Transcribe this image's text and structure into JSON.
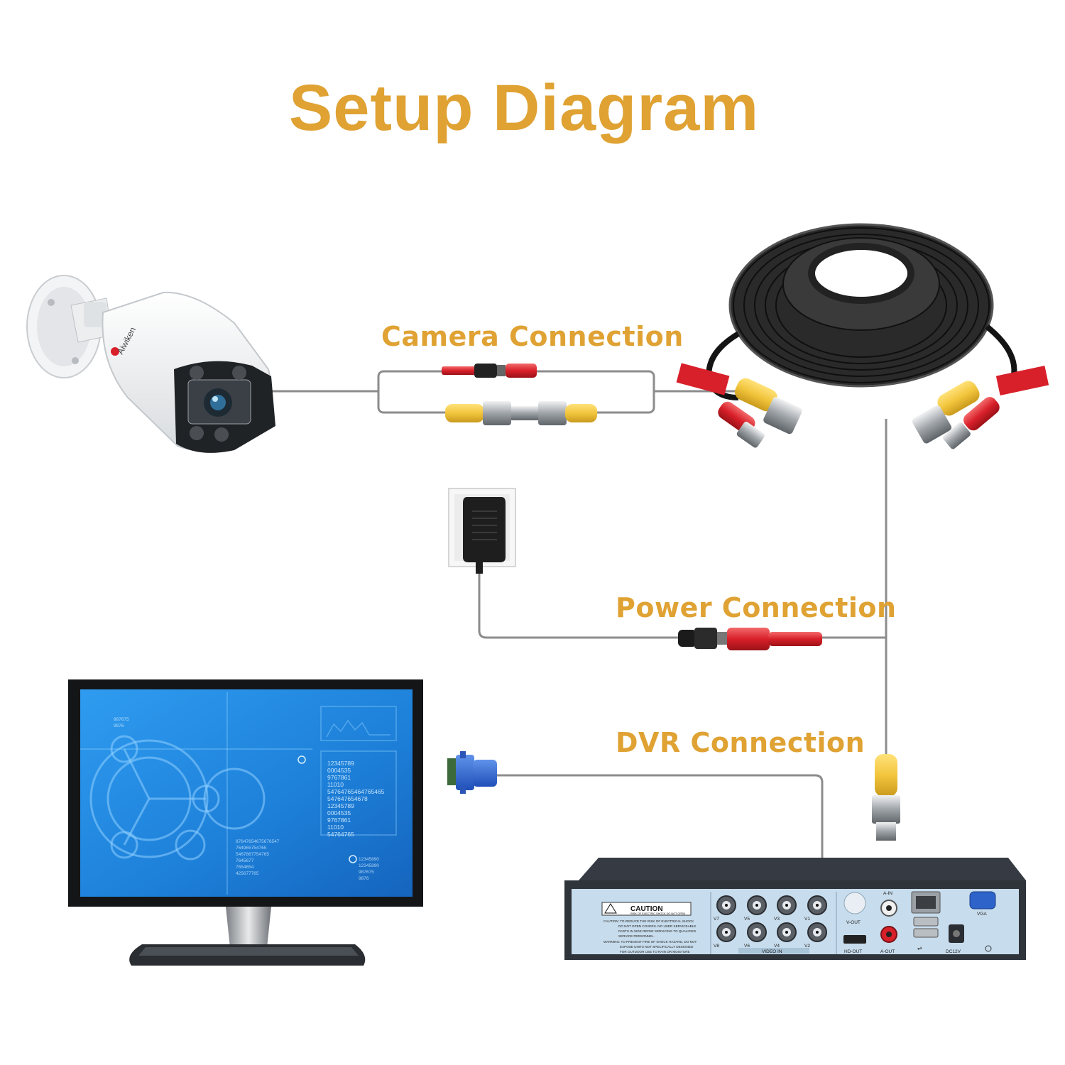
{
  "title": "Setup Diagram",
  "labels": {
    "camera_connection": "Camera Connection",
    "power_connection": "Power Connection",
    "dvr_connection": "DVR Connection"
  },
  "camera": {
    "brand": "Aiwiken"
  },
  "monitor": {
    "screen_numbers_a": [
      "12345789",
      "0004535",
      "9767861",
      "11010",
      "54764765464765465",
      "547647654678",
      "12345789",
      "0004535",
      "9767861",
      "11010",
      "54764765"
    ],
    "screen_numbers_b": [
      "87647654675676547",
      "764965754765",
      "5467867754765",
      "7645677",
      "7654654",
      "425677765"
    ],
    "screen_numbers_c": [
      "12345890",
      "12345890",
      "987675",
      "9876"
    ],
    "screen_numbers_d": [
      "987675",
      "9876"
    ]
  },
  "dvr": {
    "caution_title": "CAUTION",
    "caution_sub": "RISK OF ELECTRIC SHOCK DO NOT OPEN",
    "caution_lines": [
      "CAUTION: TO REDUCE THE RISK OF ELECTRICAL SHOCK",
      "DO NOT OPEN COVERS. NO USER SERVICEABLE",
      "PARTS IN SIDE REFER SERVICING TO QUALIFIED",
      "SERVICE PERSONNEL."
    ],
    "warning_lines": [
      "WARNING: TO PREVENT FIRE OF SHOCK HAZARD, DO NOT",
      "EXPOSE UNITS NOT SPECIFICALLY DESIGNED",
      "FOR OUTDOOR USE TO RAIN OR MOISTURE"
    ],
    "video_in_label": "VIDEO IN",
    "channels_top": [
      "V7",
      "V5",
      "V3",
      "V1"
    ],
    "channels_bottom": [
      "V8",
      "V6",
      "V4",
      "V2"
    ],
    "vout_label": "V-OUT",
    "hdout_label": "HD-OUT",
    "ain_label": "A-IN",
    "aout_label": "A-OUT",
    "vga_label": "VGA",
    "dc_label": "DC12V"
  },
  "colors": {
    "accent": "#dfa233",
    "wire": "#8c8c8c",
    "cable": "#1e1e1e",
    "red_plug": "#d8202a",
    "yellow_plug": "#f2c53d",
    "dvr_body": "#31363d",
    "dvr_panel": "#c7dcec",
    "screen": "#1f86e0"
  }
}
